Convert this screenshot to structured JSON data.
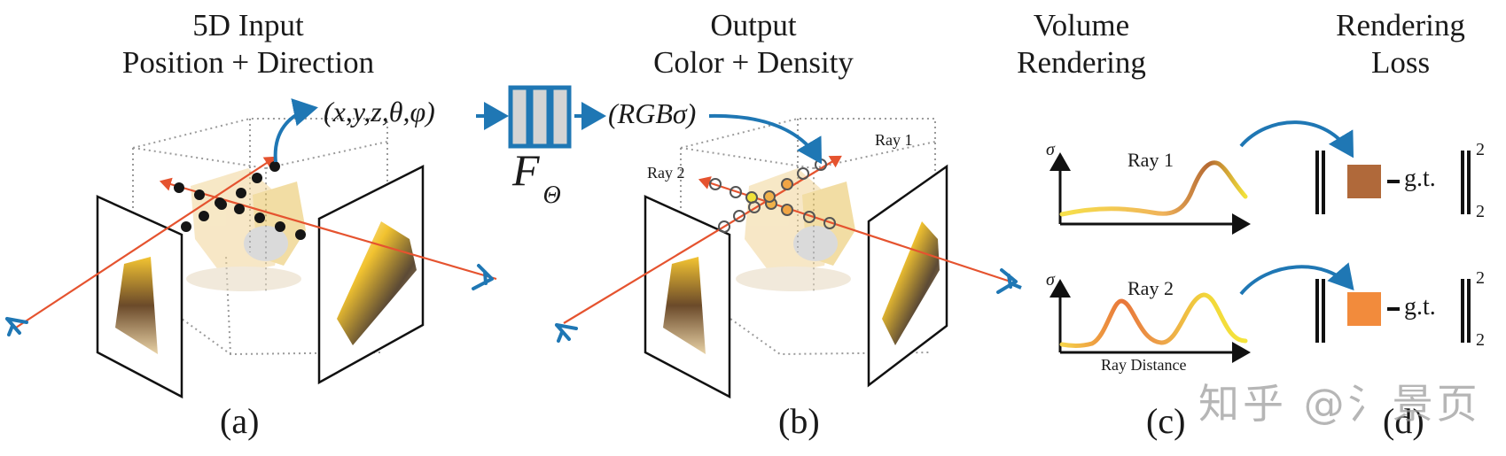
{
  "panels": {
    "a": {
      "title_line1": "5D Input",
      "title_line2": "Position + Direction",
      "caption": "(a)",
      "input_tuple": "(x,y,z,θ,φ)"
    },
    "network": {
      "label": "F",
      "subscript": "Θ"
    },
    "b": {
      "title_line1": "Output",
      "title_line2": "Color + Density",
      "caption": "(b)",
      "output_tuple": "(RGBσ)",
      "ray1_label": "Ray 1",
      "ray2_label": "Ray 2"
    },
    "c": {
      "title_line1": "Volume",
      "title_line2": "Rendering",
      "caption": "(c)",
      "plot1": {
        "ylabel": "σ",
        "title": "Ray 1"
      },
      "plot2": {
        "ylabel": "σ",
        "title": "Ray 2",
        "xlabel": "Ray Distance"
      }
    },
    "d": {
      "title_line1": "Rendering",
      "title_line2": "Loss",
      "caption": "(d)",
      "loss1": {
        "minus": "-",
        "gt": "g.t.",
        "superscript": "2",
        "subscript": "2",
        "color": "#b0693a"
      },
      "loss2": {
        "minus": "-",
        "gt": "g.t.",
        "superscript": "2",
        "subscript": "2",
        "color": "#f28b3c"
      }
    }
  },
  "colors": {
    "arrow_blue": "#1f77b4",
    "ray_red": "#e5532f",
    "box_gray": "#d4d4d4"
  },
  "watermark": "知乎 @氵景页"
}
